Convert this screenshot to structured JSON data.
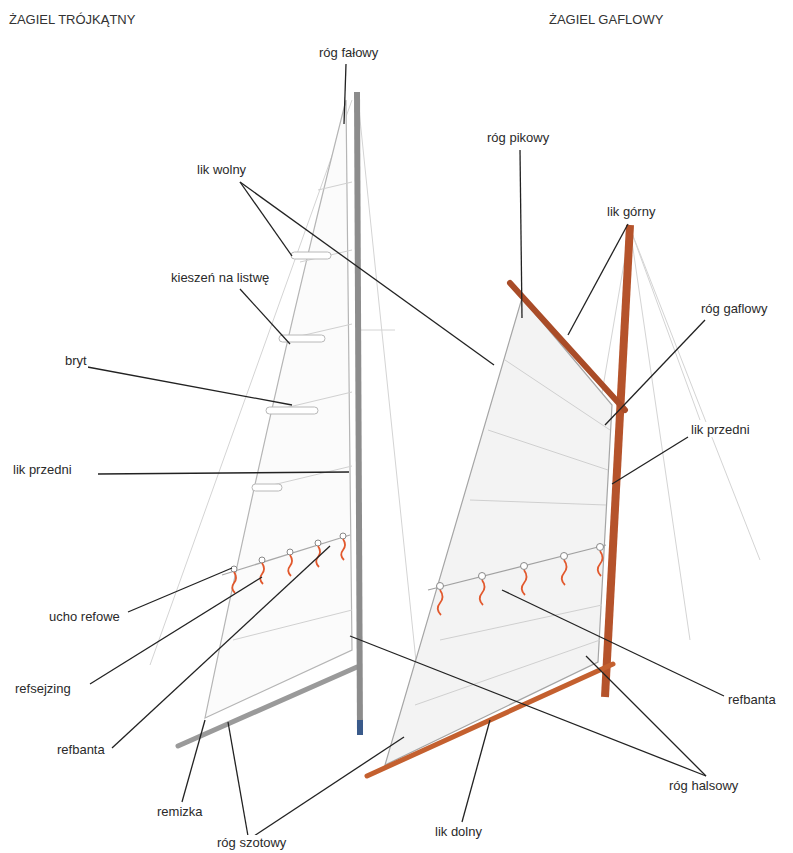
{
  "diagram": {
    "labels": [
      "ŻAGIEL TRÓJKĄTNY",
      "ŻAGIEL GAFLOWY",
      "róg fałowy",
      "róg pikowy",
      "lik górny",
      "lik wolny",
      "róg gaflowy",
      "kieszeń na listwę",
      "lik przedni",
      "bryt",
      "lik przedni",
      "ucho refowe",
      "refsejzing",
      "refbanta",
      "refbanta",
      "remizka",
      "róg halsowy",
      "lik dolny",
      "róg szotowy"
    ]
  }
}
